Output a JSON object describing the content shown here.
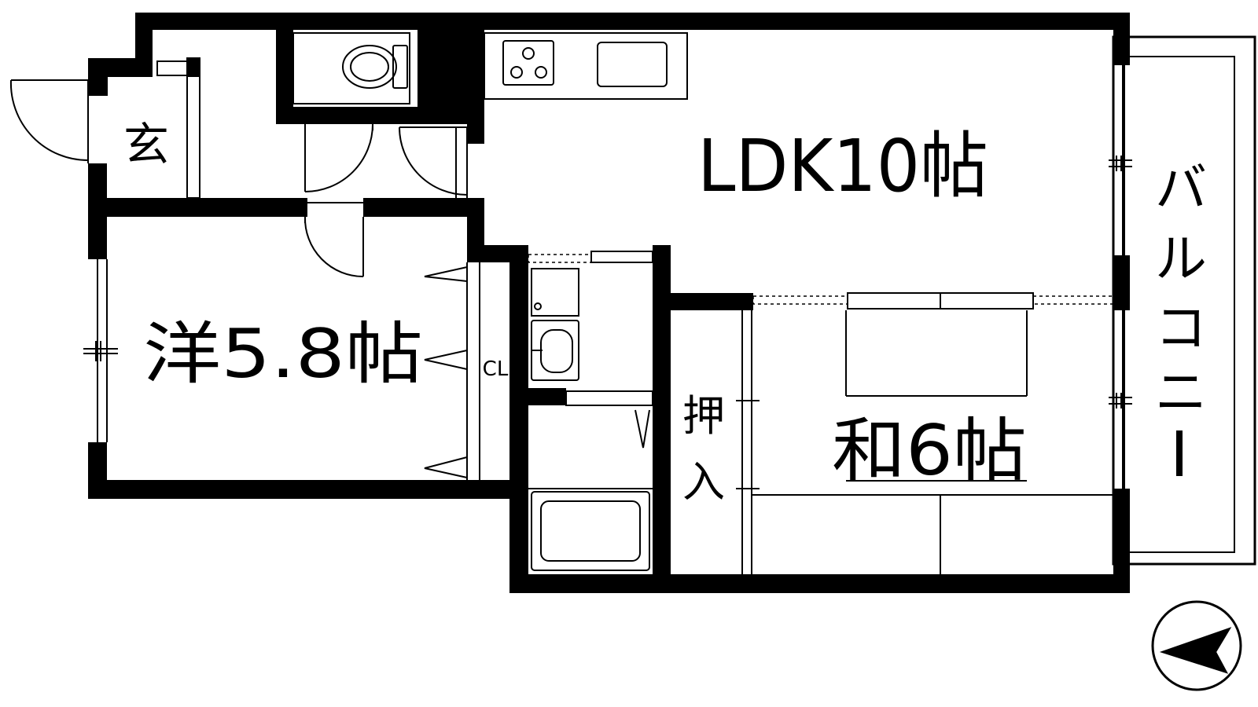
{
  "rooms": {
    "entrance": "玄",
    "ldk": "LDK10帖",
    "western": "洋5.8帖",
    "japanese": "和6帖",
    "closet": "CL",
    "oshiire_top": "押",
    "oshiire_bottom": "入"
  },
  "balcony": {
    "chars": [
      "バ",
      "ル",
      "コ",
      "ニ",
      "ー"
    ]
  },
  "colors": {
    "wall": "#000000",
    "background": "#ffffff"
  },
  "icons": [
    "stove-icon",
    "sink-icon",
    "toilet-icon",
    "washbasin-icon",
    "bathtub-icon",
    "compass-icon"
  ]
}
